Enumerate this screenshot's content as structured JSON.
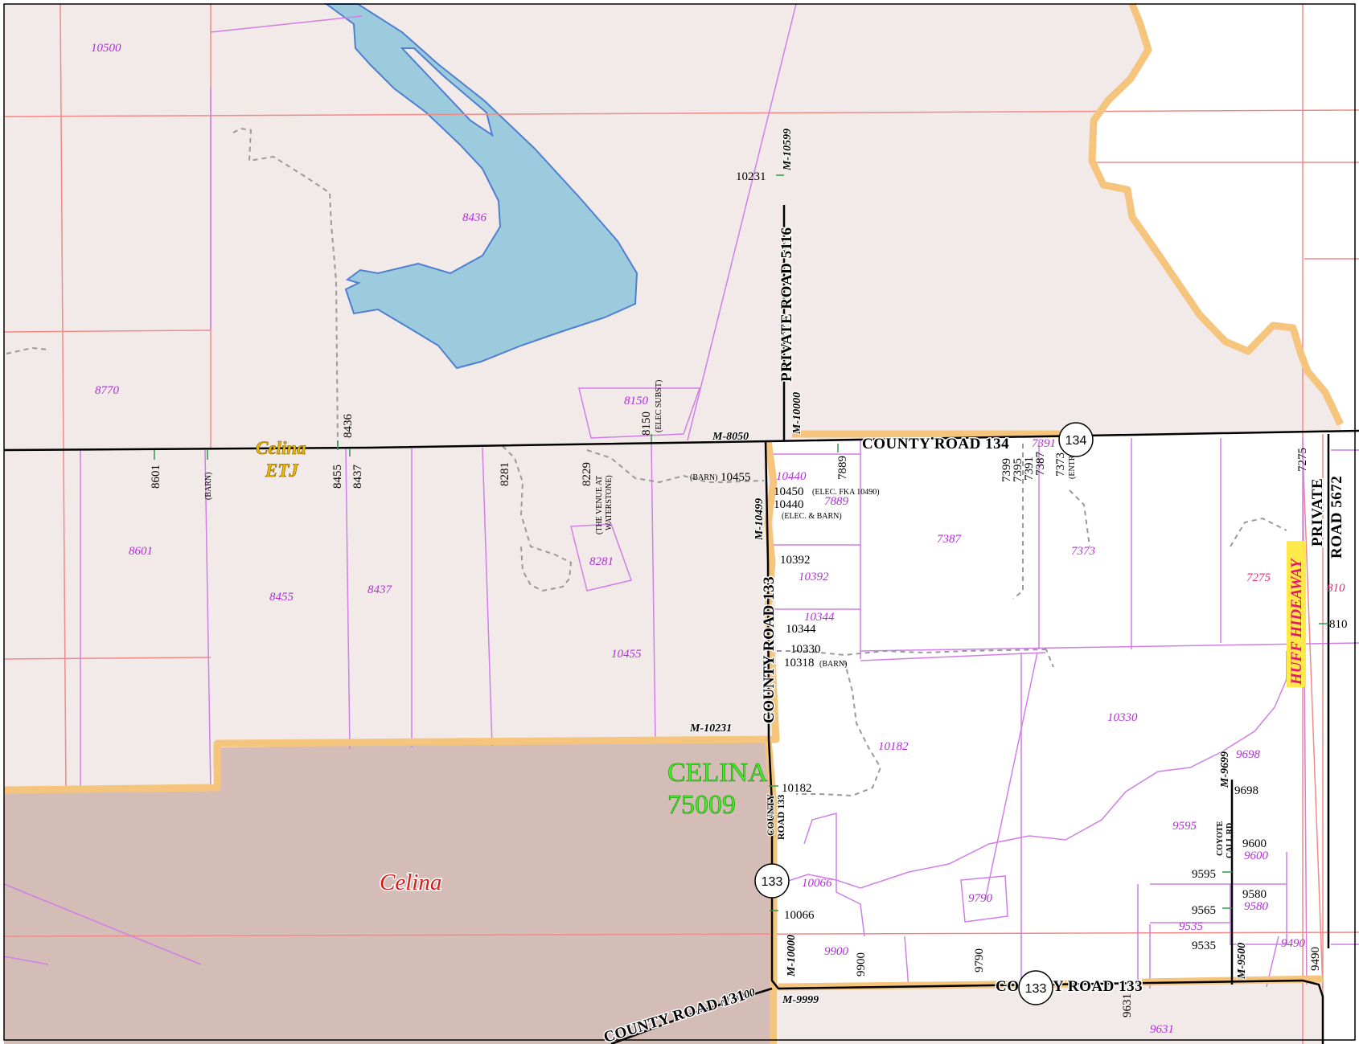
{
  "colors": {
    "etj_fill": "#f2e9e9",
    "city_fill": "#d5bdb7",
    "water_fill": "#9ccbde",
    "parcel_line": "#cf7fe6",
    "survey_line": "#f08a86",
    "boundary_glow": "#f6c57d",
    "parcel_label": "#b12fd6",
    "zip_label": "#44ee22",
    "city_label": "#d51c1c",
    "etj_label": "#f0b800",
    "hideaway_label": "#e8136e"
  },
  "labels": {
    "zip_city": "CELINA",
    "zip_code": "75009",
    "city_name": "Celina",
    "etj_line1": "Celina",
    "etj_line2": "ETJ",
    "huff_hideaway": "HUFF HIDEAWAY"
  },
  "roads": {
    "county_road_134": "COUNTY ROAD 134",
    "county_road_133_vertical": "COUNTY ROAD 133",
    "county_road_133_small_line1": "COUNTY",
    "county_road_133_small_line2": "ROAD 133",
    "county_road_133_bottom": "COUNTY ROAD 133",
    "county_road_131": "COUNTY ROAD 131",
    "private_road_5116": "PRIVATE ROAD 5116",
    "private_road_5672_line1": "PRIVATE",
    "private_road_5672_line2": "ROAD 5672",
    "coyote_call_line1": "COYOTE",
    "coyote_call_line2": "CALL RD"
  },
  "shields": {
    "cr134": "134",
    "cr133_west": "133",
    "cr133_south": "133"
  },
  "m_codes": {
    "m10599": "M-10599",
    "m10000_north": "M-10000",
    "m8050": "M-8050",
    "m10499": "M-10499",
    "m10231": "M-10231",
    "m10000_south": "M-10000",
    "m8000": "M-8000",
    "m9999": "M-9999",
    "m9699": "M-9699",
    "m9500": "M-9500"
  },
  "parcel_numbers": {
    "p10500": "10500",
    "p8436": "8436",
    "p8770": "8770",
    "p8150": "8150",
    "p8601": "8601",
    "p8455": "8455",
    "p8437": "8437",
    "p8281": "8281",
    "p10455": "10455",
    "p10440": "10440",
    "p7889": "7889",
    "p7387": "7387",
    "p7391": "7391",
    "p7373": "7373",
    "p7275": "7275",
    "p810": "810",
    "p10392": "10392",
    "p10344": "10344",
    "p10330": "10330",
    "p10182": "10182",
    "p9698": "9698",
    "p9595": "9595",
    "p9600": "9600",
    "p9580": "9580",
    "p9535": "9535",
    "p9490": "9490",
    "p10066": "10066",
    "p9790": "9790",
    "p9900": "9900",
    "p9631": "9631"
  },
  "addresses": {
    "a10231": "10231",
    "a8436": "8436",
    "a8150": "8150",
    "a8150_note": "(ELEC SUBST)",
    "a8601": "8601",
    "a_barn_west": "(BARN)",
    "a8455": "8455",
    "a8437": "8437",
    "a8281": "8281",
    "a8229": "8229",
    "a8229_note1": "(THE VENUE AT",
    "a8229_note2": "WATERSTONE)",
    "a_barn_10455": "(BARN)",
    "a10455": "10455",
    "a10450": "10450",
    "a10450_note": "(ELEC. FKA 10490)",
    "a10440": "10440",
    "a10440_note": "(ELEC. & BARN)",
    "a7889": "7889",
    "a7399": "7399",
    "a7395": "7395",
    "a7391": "7391",
    "a7387": "7387",
    "a7373": "7373",
    "a7373_note": "(ENTR)",
    "a7275": "7275",
    "a810": "810",
    "a10392": "10392",
    "a10344": "10344",
    "a10330": "10330",
    "a10318": "10318",
    "a10318_note": "(BARN)",
    "a10182": "10182",
    "a9698": "9698",
    "a9600": "9600",
    "a9595": "9595",
    "a9580": "9580",
    "a9565": "9565",
    "a9535": "9535",
    "a9490": "9490",
    "a10066": "10066",
    "a9900": "9900",
    "a9790": "9790",
    "a9631": "9631"
  }
}
